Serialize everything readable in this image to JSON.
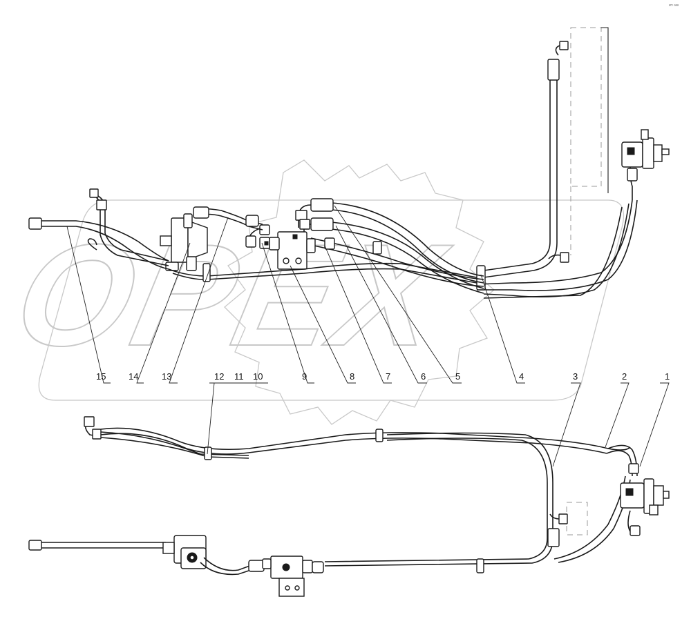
{
  "corner_mark": "ᵃᵐ ᵃᵃᵃ",
  "watermark": {
    "text": "OPEX"
  },
  "callouts": [
    "15",
    "14",
    "13",
    "12",
    "11",
    "10",
    "9",
    "8",
    "7",
    "6",
    "5",
    "4",
    "3",
    "2",
    "1"
  ]
}
